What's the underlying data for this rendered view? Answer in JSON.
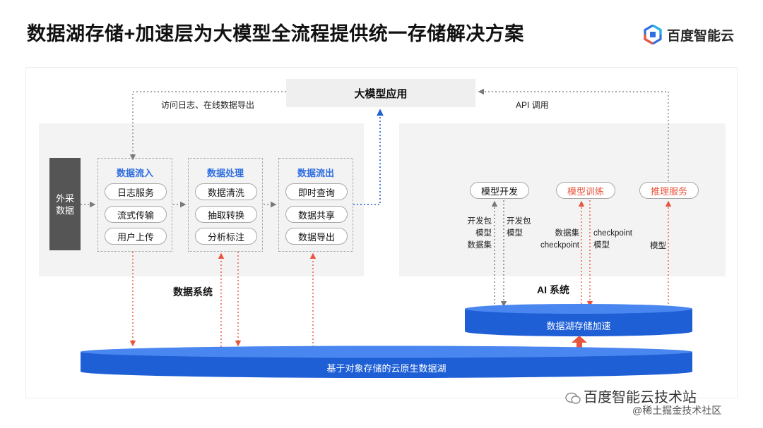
{
  "title": "数据湖存储+加速层为大模型全流程提供统一存储解决方案",
  "logo": {
    "text": "百度智能云",
    "icon": "baidu-cloud-logo-icon"
  },
  "app_box": "大模型应用",
  "left_link_label": "访问日志、在线数据导出",
  "right_link_label": "API 调用",
  "external_data": [
    "外采",
    "数据"
  ],
  "data_system": {
    "label": "数据系统",
    "groups": [
      {
        "title": "数据流入",
        "items": [
          "日志服务",
          "流式传输",
          "用户上传"
        ]
      },
      {
        "title": "数据处理",
        "items": [
          "数据清洗",
          "抽取转换",
          "分析标注"
        ]
      },
      {
        "title": "数据流出",
        "items": [
          "即时查询",
          "数据共享",
          "数据导出"
        ]
      }
    ]
  },
  "ai_system": {
    "label": "AI 系统",
    "nodes": [
      {
        "label": "模型开发",
        "color": "#111111"
      },
      {
        "label": "模型训练",
        "color": "#e8553e"
      },
      {
        "label": "推理服务",
        "color": "#e8553e"
      }
    ],
    "flow_labels": {
      "dev_up": [
        "开发包",
        "模型",
        "数据集"
      ],
      "dev_down": [
        "开发包",
        "模型"
      ],
      "train_up": [
        "数据集",
        "checkpoint"
      ],
      "train_down": [
        "checkpoint",
        "模型"
      ],
      "infer": [
        "模型"
      ]
    }
  },
  "accel_layer": "数据湖存储加速",
  "data_lake": "基于对象存储的云原生数据湖",
  "watermark": {
    "line1": "百度智能云技术站",
    "line2": "@稀土掘金技术社区"
  },
  "colors": {
    "blue": "#1e5fd6",
    "orange": "#e8553e",
    "accent_text": "#2f6fe0"
  }
}
